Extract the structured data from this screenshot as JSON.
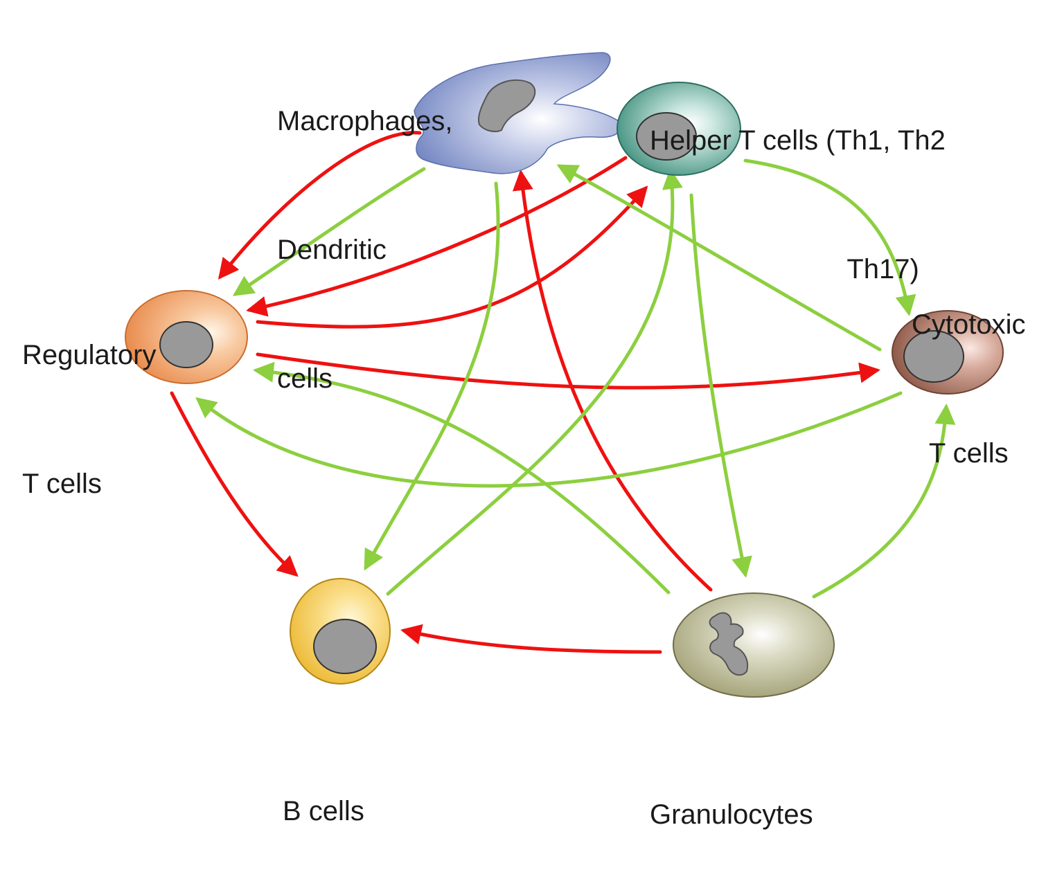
{
  "colors": {
    "inhibit": "#ee1111",
    "activate": "#8ccf3f",
    "nucleus": "#9a9a9a",
    "macrophage": "#8091c8",
    "helper_t": "#4f9a88",
    "regulatory_t": "#ee9a5c",
    "cytotoxic_t": "#a06a5a",
    "b_cell": "#f0c234",
    "granulocyte": "#a9a77a"
  },
  "cells": {
    "macrophages": {
      "label_lines": [
        "Macrophages,",
        "Dendritic",
        "cells"
      ]
    },
    "helper_t": {
      "label_lines": [
        "Helper T cells (Th1, Th2",
        "Th17)"
      ]
    },
    "regulatory_t": {
      "label_lines": [
        "Regulatory",
        "T cells"
      ]
    },
    "cytotoxic_t": {
      "label_lines": [
        "Cytotoxic",
        "T cells"
      ]
    },
    "b_cells": {
      "label_lines": [
        "B cells"
      ]
    },
    "granulocytes": {
      "label_lines": [
        "Granulocytes"
      ]
    }
  },
  "arrows": [
    {
      "from": "macrophages",
      "to": "regulatory_t",
      "effect": "inhibit"
    },
    {
      "from": "helper_t",
      "to": "regulatory_t",
      "effect": "inhibit"
    },
    {
      "from": "regulatory_t",
      "to": "helper_t",
      "effect": "inhibit"
    },
    {
      "from": "regulatory_t",
      "to": "cytotoxic_t",
      "effect": "inhibit"
    },
    {
      "from": "regulatory_t",
      "to": "b_cells",
      "effect": "inhibit"
    },
    {
      "from": "granulocytes",
      "to": "macrophages",
      "effect": "inhibit"
    },
    {
      "from": "granulocytes",
      "to": "b_cells",
      "effect": "inhibit"
    },
    {
      "from": "macrophages",
      "to": "regulatory_t",
      "effect": "activate"
    },
    {
      "from": "macrophages",
      "to": "b_cells",
      "effect": "activate"
    },
    {
      "from": "b_cells",
      "to": "helper_t",
      "effect": "activate"
    },
    {
      "from": "helper_t",
      "to": "cytotoxic_t",
      "effect": "activate"
    },
    {
      "from": "helper_t",
      "to": "granulocytes",
      "effect": "activate"
    },
    {
      "from": "cytotoxic_t",
      "to": "macrophages",
      "effect": "activate"
    },
    {
      "from": "cytotoxic_t",
      "to": "regulatory_t",
      "effect": "activate"
    },
    {
      "from": "granulocytes",
      "to": "regulatory_t",
      "effect": "activate"
    },
    {
      "from": "granulocytes",
      "to": "cytotoxic_t",
      "effect": "activate"
    }
  ]
}
